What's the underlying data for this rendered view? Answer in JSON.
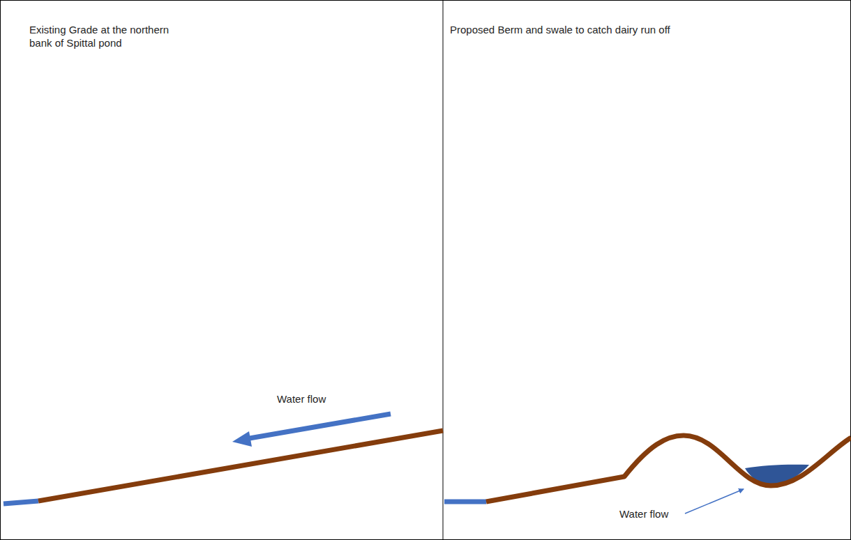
{
  "diagram": {
    "labels": [
      "Existing Grade at the northern bank of Spittal pond",
      "Water flow",
      "Proposed Berm and swale to catch dairy run off",
      "Water flow"
    ]
  }
}
